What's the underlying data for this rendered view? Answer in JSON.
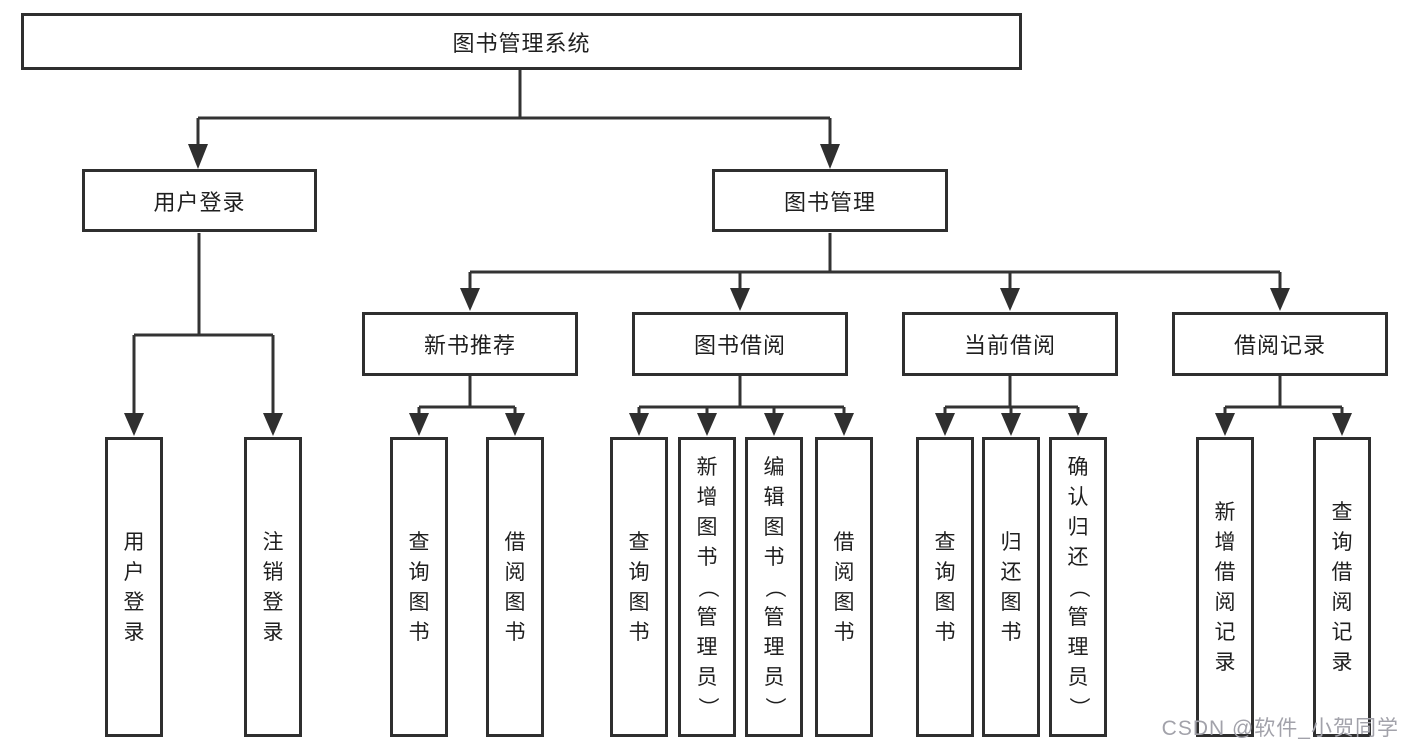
{
  "diagram": {
    "root": {
      "label": "图书管理系统"
    },
    "level2": [
      {
        "id": "user-login",
        "label": "用户登录",
        "children": [
          {
            "label": "用户登录"
          },
          {
            "label": "注销登录"
          }
        ]
      },
      {
        "id": "book-management",
        "label": "图书管理"
      }
    ],
    "level3": [
      {
        "id": "new-book-recommendation",
        "label": "新书推荐",
        "children": [
          {
            "label": "查询图书"
          },
          {
            "label": "借阅图书"
          }
        ]
      },
      {
        "id": "book-borrowing",
        "label": "图书借阅",
        "children": [
          {
            "label": "查询图书"
          },
          {
            "label": "新增图书（管理员）"
          },
          {
            "label": "编辑图书（管理员）"
          },
          {
            "label": "借阅图书"
          }
        ]
      },
      {
        "id": "current-borrowing",
        "label": "当前借阅",
        "children": [
          {
            "label": "查询图书"
          },
          {
            "label": "归还图书"
          },
          {
            "label": "确认归还（管理员）"
          }
        ]
      },
      {
        "id": "borrowing-records",
        "label": "借阅记录",
        "children": [
          {
            "label": "新增借阅记录"
          },
          {
            "label": "查询借阅记录"
          }
        ]
      }
    ]
  },
  "watermark": {
    "text": "CSDN @软件_小贺同学"
  },
  "colors": {
    "box_border": "#2f2f2f",
    "connector": "#333333",
    "text": "#1f1f1f",
    "watermark": "#a2a2aa",
    "background": "#ffffff"
  }
}
